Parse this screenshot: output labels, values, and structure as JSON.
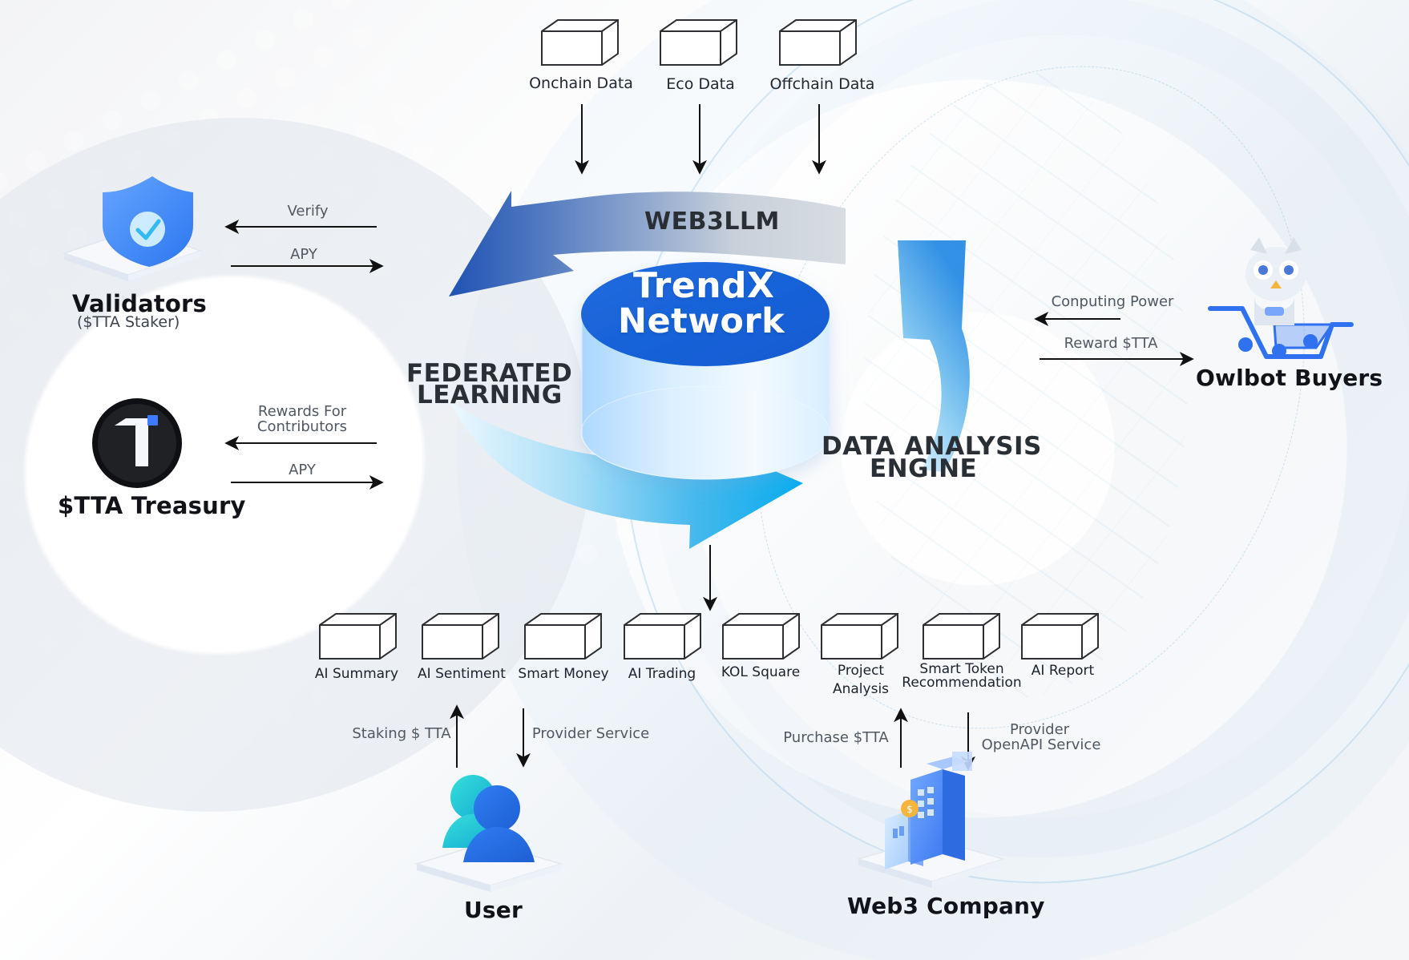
{
  "data_sources": [
    {
      "label": "Onchain Data"
    },
    {
      "label": "Eco Data"
    },
    {
      "label": "Offchain Data"
    }
  ],
  "cycle": {
    "top_label": "WEB3LLM",
    "left_label_line1": "FEDERATED",
    "left_label_line2": "LEARNING",
    "right_label_line1": "DATA ANALYSIS",
    "right_label_line2": "ENGINE",
    "center_line1": "TrendX",
    "center_line2": "Network"
  },
  "left_nodes": {
    "validators_title": "Validators",
    "validators_subtitle": "($TTA Staker)",
    "validators_verify": "Verify",
    "validators_apy": "APY",
    "treasury_title": "$TTA Treasury",
    "treasury_rewards_line1": "Rewards For",
    "treasury_rewards_line2": "Contributors",
    "treasury_apy": "APY"
  },
  "right_node": {
    "title": "Owlbot Buyers",
    "computing_power": "Conputing Power",
    "reward": "Reward $TTA"
  },
  "services": [
    {
      "line1": "AI Summary",
      "line2": ""
    },
    {
      "line1": "AI Sentiment",
      "line2": ""
    },
    {
      "line1": "Smart Money",
      "line2": ""
    },
    {
      "line1": "AI Trading",
      "line2": ""
    },
    {
      "line1": "KOL Square",
      "line2": ""
    },
    {
      "line1": "Project",
      "line2": "Analysis"
    },
    {
      "line1": "Smart Token",
      "line2": "Recommendation"
    },
    {
      "line1": "AI Report",
      "line2": ""
    }
  ],
  "bottom_nodes": {
    "user_title": "User",
    "user_staking": "Staking $ TTA",
    "user_provider": "Provider Service",
    "company_title": "Web3 Company",
    "company_purchase": "Purchase $TTA",
    "company_provider_line1": "Provider",
    "company_provider_line2": "OpenAPI Service"
  },
  "colors": {
    "dark_blue": "#1e58b4",
    "mid_blue": "#3c8de7",
    "cyan": "#08b4f1",
    "line": "#111111"
  }
}
